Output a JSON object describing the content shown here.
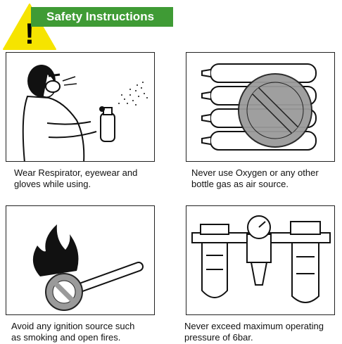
{
  "header": {
    "title": "Safety Instructions",
    "warning_symbol": "!"
  },
  "panels": [
    {
      "icon": "respirator-spray-icon",
      "caption_line1": "Wear Respirator, eyewear and",
      "caption_line2": "gloves while using."
    },
    {
      "icon": "no-oxygen-bottle-icon",
      "caption_line1": "Never use Oxygen or any other",
      "caption_line2": "bottle gas as air source."
    },
    {
      "icon": "no-fire-icon",
      "caption_line1": "Avoid any ignition source such",
      "caption_line2": "as smoking and open fires."
    },
    {
      "icon": "air-regulator-icon",
      "caption_line1": "Never exceed maximum operating",
      "caption_line2": "pressure of 6bar."
    }
  ],
  "colors": {
    "banner": "#3f9b35",
    "warning": "#f6e400",
    "prohibition": "#9a9a9a"
  }
}
